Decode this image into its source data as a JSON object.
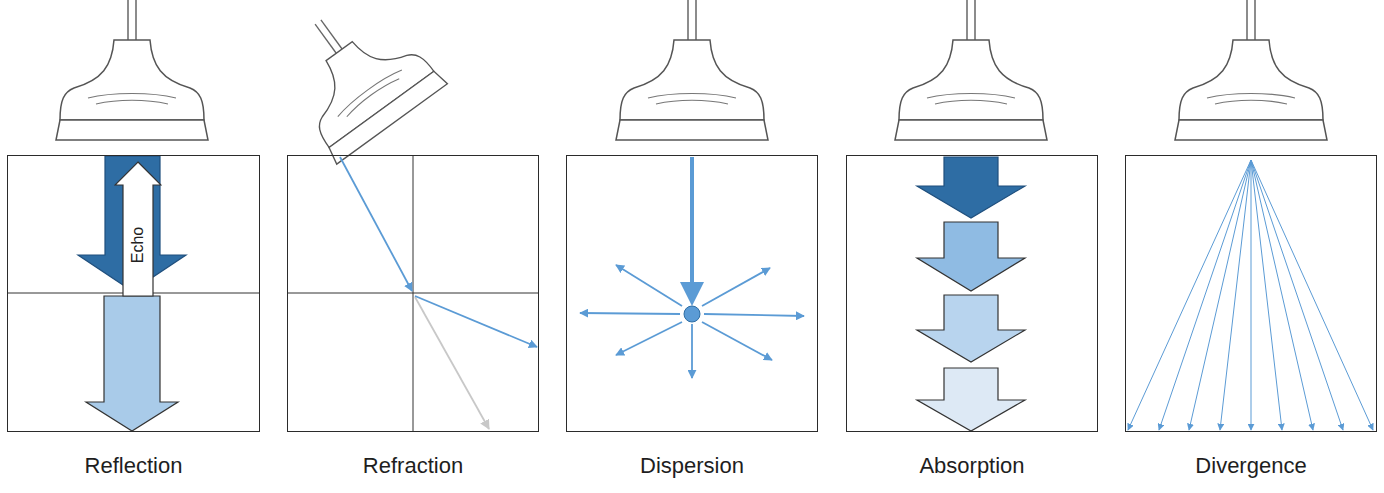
{
  "diagram": {
    "nodes": [
      {
        "text": [
          "Reflection"
        ]
      },
      {
        "text": [
          "Echo"
        ],
        "in": 0
      },
      {
        "text": [
          "Refraction"
        ]
      },
      {
        "text": [
          "Dispersion"
        ]
      },
      {
        "text": [
          "Absorption"
        ]
      },
      {
        "text": [
          "Divergence"
        ]
      }
    ]
  }
}
